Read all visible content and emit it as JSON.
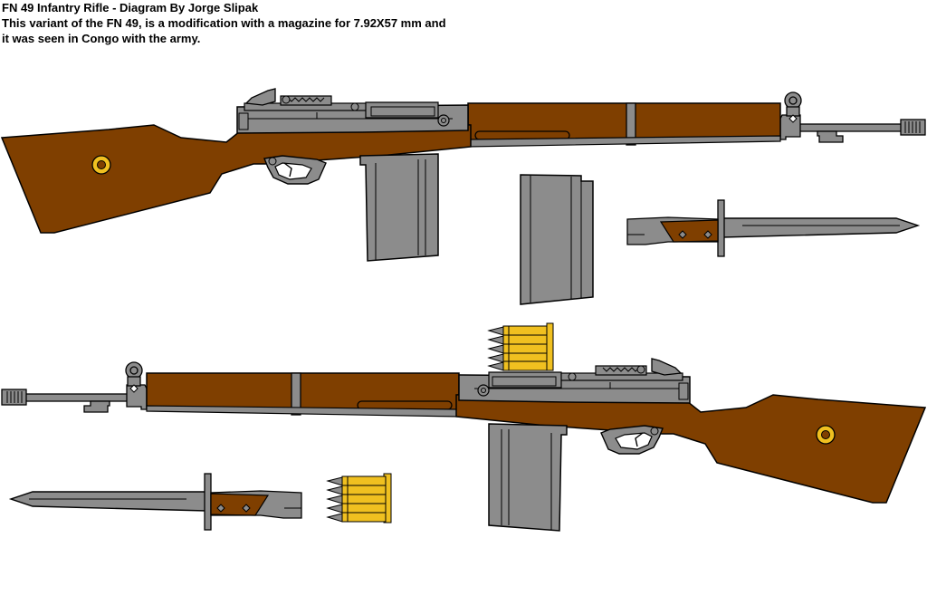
{
  "header": {
    "title": "FN 49 Infantry Rifle  -  Diagram By Jorge Slipak",
    "description_line1": "This variant of the FN 49, is a modification with a magazine for 7.92X57 mm and",
    "description_line2": "it was seen in Congo with the army."
  },
  "colors": {
    "wood": "#7f3f00",
    "metal": "#8c8c8c",
    "metal_dark": "#6e6e6e",
    "brass": "#f0c020",
    "outline": "#000000",
    "background": "#ffffff"
  },
  "icons": {
    "rifle": "rifle-icon",
    "magazine": "magazine-icon",
    "bayonet": "bayonet-icon",
    "cartridge_clip": "cartridge-clip-icon"
  }
}
